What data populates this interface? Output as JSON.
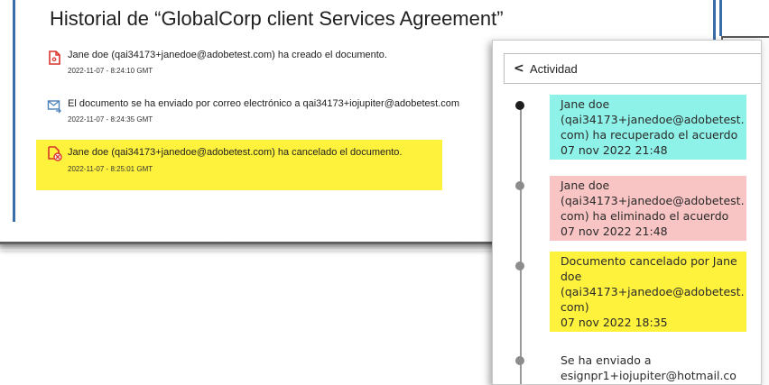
{
  "history": {
    "title": "Historial de “GlobalCorp client Services Agreement”",
    "events": [
      {
        "icon": "document-created-icon",
        "text": "Jane doe (qai34173+janedoe@adobetest.com) ha creado el documento.",
        "time": "2022-11-07 - 8:24:10 GMT"
      },
      {
        "icon": "email-sent-icon",
        "text": "El documento se ha enviado por correo electrónico a qai34173+iojupiter@adobetest.com",
        "time": "2022-11-07 - 8:24:35 GMT"
      },
      {
        "icon": "document-cancelled-icon",
        "text": "Jane doe (qai34173+janedoe@adobetest.com) ha cancelado el documento.",
        "time": "2022-11-07 - 8:25:01 GMT"
      }
    ]
  },
  "activity": {
    "back_label": "<",
    "title": "Actividad",
    "entries": [
      {
        "lines": [
          "Jane doe",
          "(qai34173+janedoe@adobetest.",
          "com) ha recuperado el acuerdo",
          "07 nov 2022 21:48"
        ]
      },
      {
        "lines": [
          "Jane doe",
          "(qai34173+janedoe@adobetest.",
          "com) ha eliminado el acuerdo",
          "07 nov 2022 21:48"
        ]
      },
      {
        "lines": [
          "Documento cancelado por Jane",
          "doe",
          "(qai34173+janedoe@adobetest.",
          "com)",
          "07 nov 2022 18:35"
        ]
      },
      {
        "lines": [
          "Se ha enviado a",
          "esignpr1+iojupiter@hotmail.co"
        ]
      }
    ]
  },
  "colors": {
    "highlight_yellow": "#fff23c",
    "highlight_cyan": "#8ff2e8",
    "highlight_pink": "#f8c4c4",
    "accent_blue": "#3a6ea8",
    "icon_red": "#d9342b"
  }
}
